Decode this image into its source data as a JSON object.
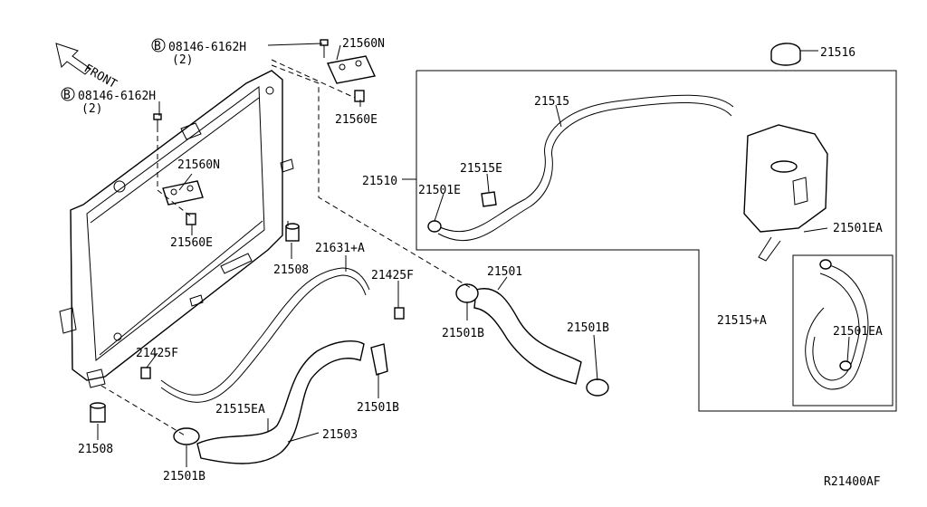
{
  "front_label": "FRONT",
  "diagram_code": "R21400AF",
  "bolt_symbol": "B",
  "callouts": {
    "bolt_top_part": "08146-6162H",
    "bolt_top_qty": "(2)",
    "bolt_left_part": "08146-6162H",
    "bolt_left_qty": "(2)",
    "bracket_top": "21560N",
    "grommet_top": "21560E",
    "bracket_mid": "21560N",
    "grommet_mid": "21560E",
    "mount_upper": "21508",
    "mount_lower": "21508",
    "hose_a": "21631+A",
    "clip_f_upper": "21425F",
    "clip_f_lower": "21425F",
    "reservoir_hose": "21515",
    "hose_assy": "21510",
    "clip_e": "21515E",
    "clamp_e": "21501E",
    "cap": "21516",
    "upper_hose": "21501",
    "clamp_b_left": "21501B",
    "clamp_b_right": "21501B",
    "clamp_b_mid": "21501B",
    "clamp_b_bottom": "21501B",
    "lower_hose": "21503",
    "clamp_ea_lower": "21515EA",
    "clamp_ea_tank": "21501EA",
    "clamp_ea_box": "21501EA",
    "hose_plus_a": "21515+A"
  }
}
